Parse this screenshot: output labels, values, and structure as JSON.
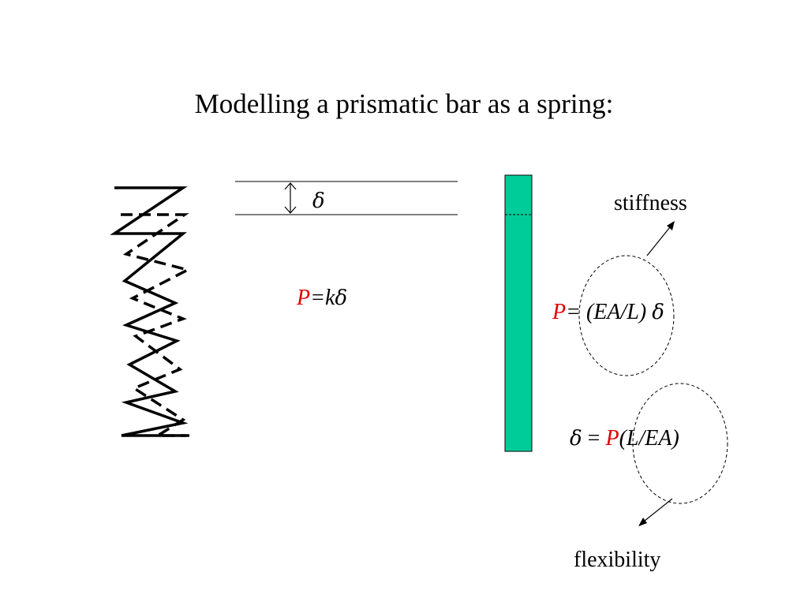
{
  "title": "Modelling a prismatic bar as a spring:",
  "delta_symbol": "δ",
  "spring_equation": {
    "P": "P",
    "rest": "=k",
    "delta": "δ"
  },
  "stiffness_label": "stiffness",
  "flexibility_label": "flexibility",
  "stiffness_equation": {
    "P": "P",
    "rest": "= (EA/L) ",
    "delta": "δ"
  },
  "flexibility_equation": {
    "delta": "δ",
    "eq": " = ",
    "P": "P",
    "rest": "(L/EA)"
  },
  "colors": {
    "bar_fill": "#00cc99",
    "highlight": "#e00000"
  }
}
